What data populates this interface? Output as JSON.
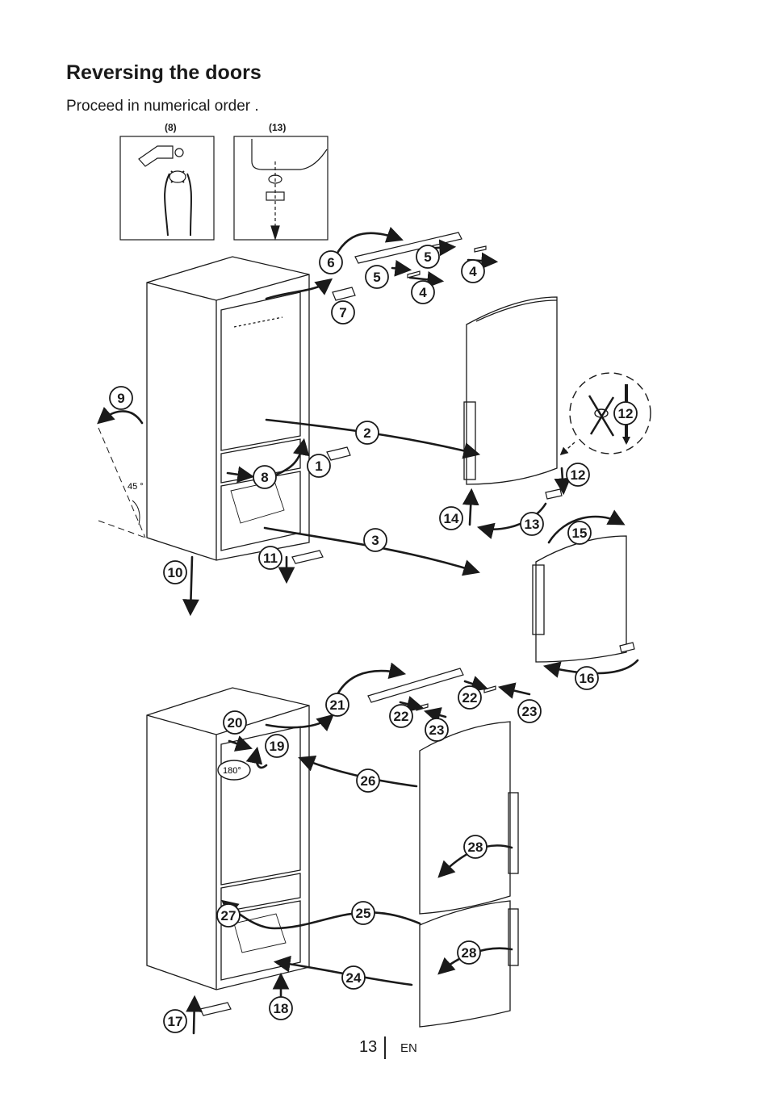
{
  "page": {
    "title": "Reversing the doors",
    "subtitle": "Proceed in numerical order .",
    "page_number": "13",
    "language": "EN"
  },
  "insets": [
    {
      "label": "(8)",
      "content": "hinge-and-pliers-icon"
    },
    {
      "label": "(13)",
      "content": "hinge-pin-detail-icon"
    }
  ],
  "angles": {
    "tilt": "45 °",
    "rotate": "180°"
  },
  "steps": {
    "s1": "1",
    "s2": "2",
    "s3": "3",
    "s4a": "4",
    "s4b": "4",
    "s5a": "5",
    "s5b": "5",
    "s6": "6",
    "s7": "7",
    "s8": "8",
    "s9": "9",
    "s10": "10",
    "s11": "11",
    "s12a": "12",
    "s12b": "12",
    "s13": "13",
    "s14": "14",
    "s15": "15",
    "s16": "16",
    "s17": "17",
    "s18": "18",
    "s19": "19",
    "s20": "20",
    "s21": "21",
    "s22a": "22",
    "s22b": "22",
    "s23a": "23",
    "s23b": "23",
    "s24": "24",
    "s25": "25",
    "s26": "26",
    "s27": "27",
    "s28a": "28",
    "s28b": "28"
  },
  "colors": {
    "ink": "#1a1a1a",
    "paper": "#ffffff"
  }
}
